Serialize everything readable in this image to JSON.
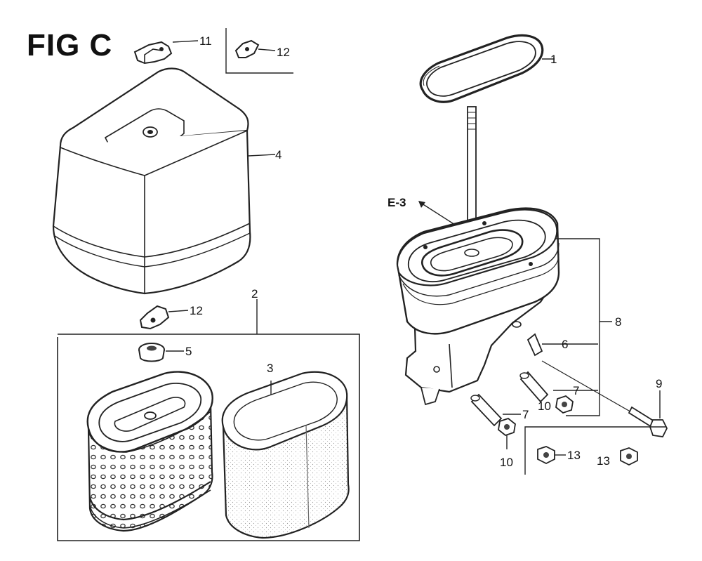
{
  "figure": {
    "title": "FIG C",
    "reference": "E-3"
  },
  "callouts": [
    {
      "id": "c1",
      "label": "1"
    },
    {
      "id": "c2",
      "label": "2"
    },
    {
      "id": "c3",
      "label": "3"
    },
    {
      "id": "c4",
      "label": "4"
    },
    {
      "id": "c5",
      "label": "5"
    },
    {
      "id": "c6",
      "label": "6"
    },
    {
      "id": "c7a",
      "label": "7"
    },
    {
      "id": "c7b",
      "label": "7"
    },
    {
      "id": "c8",
      "label": "8"
    },
    {
      "id": "c9",
      "label": "9"
    },
    {
      "id": "c10a",
      "label": "10"
    },
    {
      "id": "c10b",
      "label": "10"
    },
    {
      "id": "c11",
      "label": "11"
    },
    {
      "id": "c12a",
      "label": "12"
    },
    {
      "id": "c12b",
      "label": "12"
    },
    {
      "id": "c13a",
      "label": "13"
    },
    {
      "id": "c13b",
      "label": "13"
    }
  ],
  "parts": [
    "gasket",
    "air-cleaner-cover",
    "air-filter-element",
    "pre-filter-foam",
    "grommet",
    "air-cleaner-case",
    "wing-nut",
    "wing-nut-small",
    "bolt",
    "collar",
    "pipe",
    "flange-nut"
  ]
}
